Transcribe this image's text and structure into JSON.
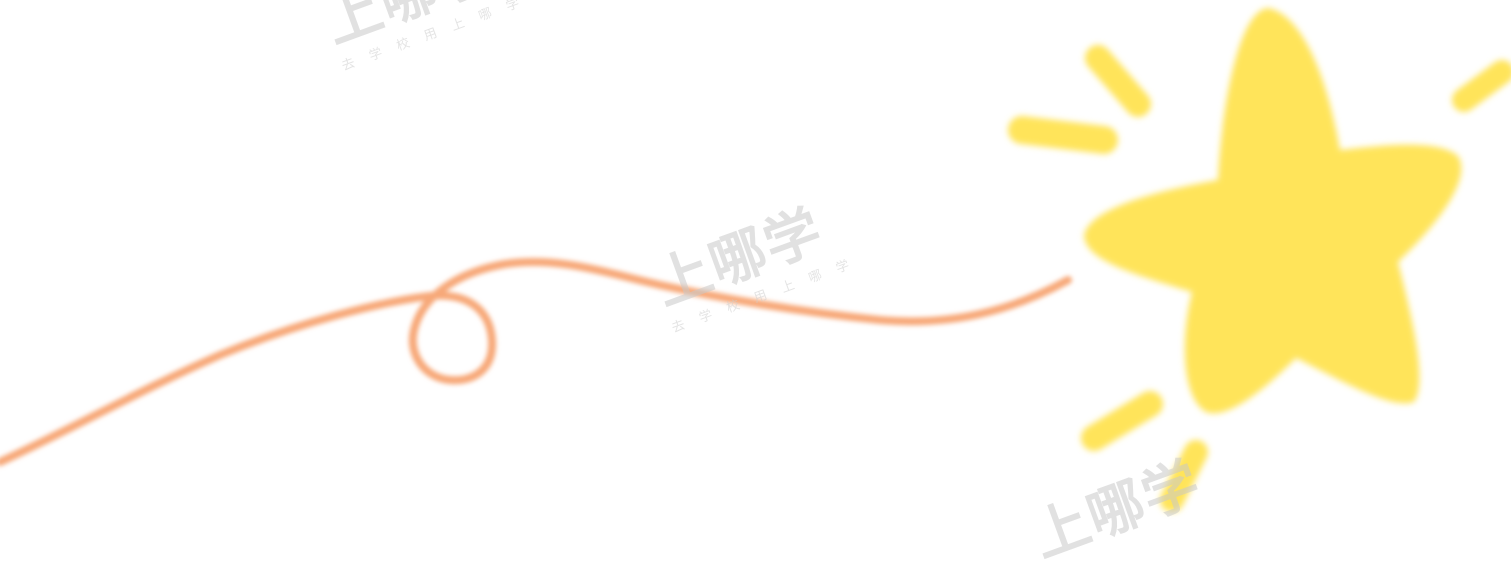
{
  "colors": {
    "background": "#ffffff",
    "ribbon": "#f7a878",
    "star": "#ffe45a",
    "watermark": "#c8c8c8"
  },
  "watermarks": [
    {
      "main": "上哪学",
      "sub": "去 学 校   用 上 哪 学"
    },
    {
      "main": "上哪学",
      "sub": "去 学 校   用 上 哪 学"
    },
    {
      "main": "上哪学",
      "sub": ""
    }
  ],
  "decorations": {
    "star": "star-icon",
    "ribbon": "squiggle-trail",
    "sparkles": "sparkle-dashes"
  }
}
